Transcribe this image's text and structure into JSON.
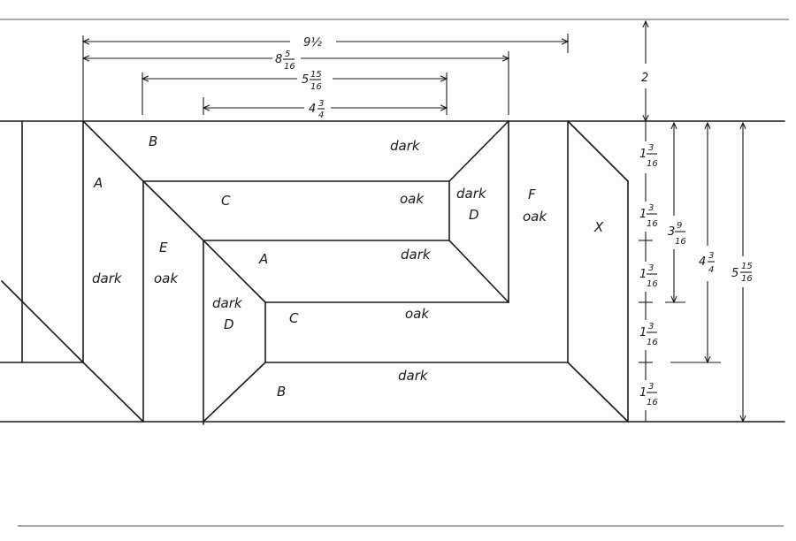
{
  "colors": {
    "ink": "#1a1a1a",
    "paper": "#fdfdfd"
  },
  "pieces": {
    "B_top": "B",
    "A_left": "A",
    "C_upper": "C",
    "E": "E",
    "A_inner": "A",
    "D_left": "D",
    "C_lower": "C",
    "B_bottom": "B",
    "D_right": "D",
    "F": "F",
    "X": "X"
  },
  "materials": {
    "top_band": "dark",
    "upper_inner": "oak",
    "right_D": "dark",
    "F_col": "oak",
    "A_left_col": "dark",
    "E_col": "oak",
    "middle_band": "dark",
    "D_left": "dark",
    "lower_inner": "oak",
    "bottom_band": "dark"
  },
  "dimensions": {
    "width_1": {
      "whole": "9½",
      "num": "",
      "den": ""
    },
    "width_2": {
      "whole": "8",
      "num": "5",
      "den": "16"
    },
    "width_3": {
      "whole": "5",
      "num": "15",
      "den": "16"
    },
    "width_4": {
      "whole": "4",
      "num": "3",
      "den": "4"
    },
    "top_margin": "2",
    "row_heights": [
      {
        "whole": "1",
        "num": "3",
        "den": "16"
      },
      {
        "whole": "1",
        "num": "3",
        "den": "16"
      },
      {
        "whole": "1",
        "num": "3",
        "den": "16"
      },
      {
        "whole": "1",
        "num": "3",
        "den": "16"
      },
      {
        "whole": "1",
        "num": "3",
        "den": "16"
      }
    ],
    "height_a": {
      "whole": "3",
      "num": "9",
      "den": "16"
    },
    "height_b": {
      "whole": "4",
      "num": "3",
      "den": "4"
    },
    "height_c": {
      "whole": "5",
      "num": "15",
      "den": "16"
    }
  }
}
